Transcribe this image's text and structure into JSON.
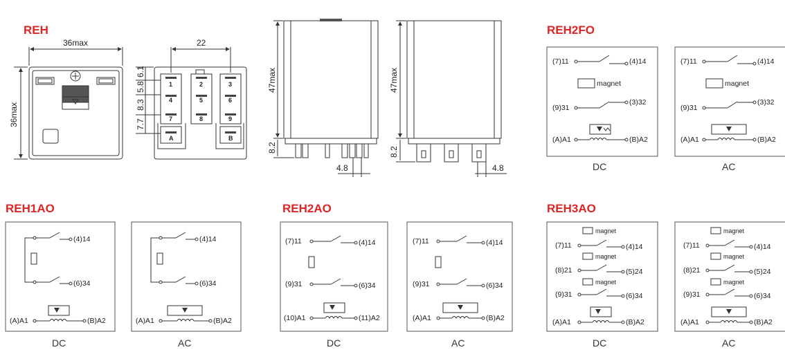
{
  "titles": {
    "reh": "REH",
    "reh2fo": "REH2FO",
    "reh1ao": "REH1AO",
    "reh2ao": "REH2AO",
    "reh3ao": "REH3AO"
  },
  "dimensions": {
    "width_36": "36max",
    "height_36": "36max",
    "pitch_22": "22",
    "d61": "6.1",
    "d58": "5.8",
    "d83": "8.3",
    "d77": "7.7",
    "h47a": "47max",
    "h47b": "47max",
    "d82a": "8.2",
    "d82b": "8.2",
    "d48a": "4.8",
    "d48b": "4.8"
  },
  "pins": [
    "1",
    "2",
    "3",
    "4",
    "5",
    "6",
    "7",
    "8",
    "9",
    "A",
    "B"
  ],
  "captions": {
    "dc": "DC",
    "ac": "AC"
  },
  "terminals": {
    "t7_11": "(7)11",
    "t4_14": "(4)14",
    "t9_31": "(9)31",
    "t3_32": "(3)32",
    "t6_34": "(6)34",
    "tA1": "(A)A1",
    "tB2": "(B)A2",
    "t10_A1": "(10)A1",
    "t11_A2": "(11)A2",
    "t8_21": "(8)21",
    "t5_24": "(5)24",
    "magnet": "magnet"
  }
}
